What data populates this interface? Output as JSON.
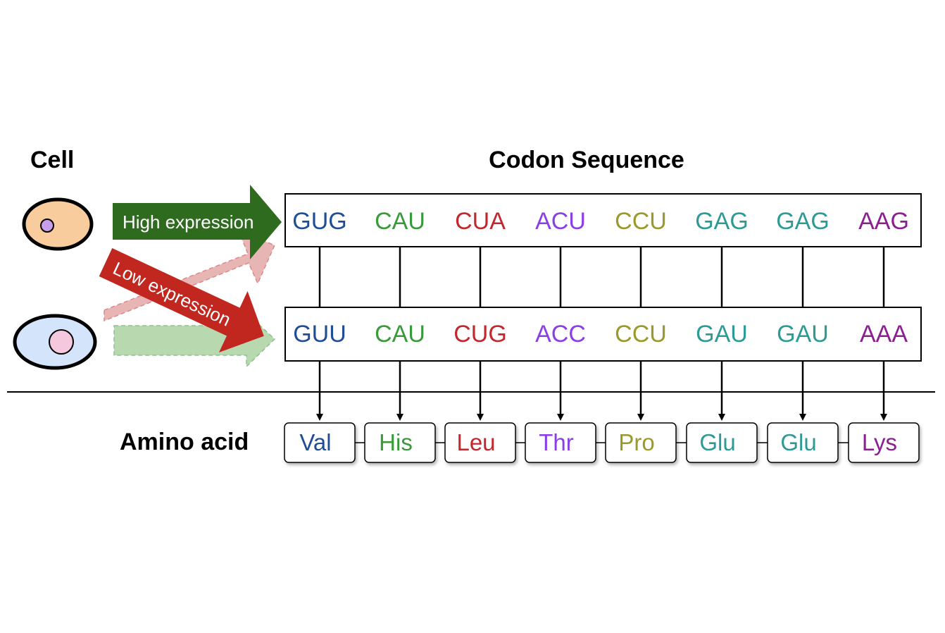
{
  "headers": {
    "cell": "Cell",
    "codon_sequence": "Codon Sequence",
    "amino_acid": "Amino acid"
  },
  "arrows": {
    "high_label": "High expression",
    "low_label": "Low expression",
    "high_color": "#2e6b1e",
    "low_color": "#c1271f"
  },
  "cells": [
    {
      "body_color": "#f8cc9c",
      "nucleus_color": "#c89ee8"
    },
    {
      "body_color": "#d4e4fa",
      "nucleus_color": "#f6c8de"
    }
  ],
  "columns": [
    {
      "top": "GUG",
      "bottom": "GUU",
      "amino": "Val",
      "color": "#1f4e96"
    },
    {
      "top": "CAU",
      "bottom": "CAU",
      "amino": "His",
      "color": "#3a9a3a"
    },
    {
      "top": "CUA",
      "bottom": "CUG",
      "amino": "Leu",
      "color": "#c1272d"
    },
    {
      "top": "ACU",
      "bottom": "ACC",
      "amino": "Thr",
      "color": "#8a3fe6"
    },
    {
      "top": "CCU",
      "bottom": "CCU",
      "amino": "Pro",
      "color": "#9a9a2a"
    },
    {
      "top": "GAG",
      "bottom": "GAU",
      "amino": "Glu",
      "color": "#2e9a95"
    },
    {
      "top": "GAG",
      "bottom": "GAU",
      "amino": "Glu",
      "color": "#2e9a95"
    },
    {
      "top": "AAG",
      "bottom": "AAA",
      "amino": "Lys",
      "color": "#8b1f91"
    }
  ]
}
